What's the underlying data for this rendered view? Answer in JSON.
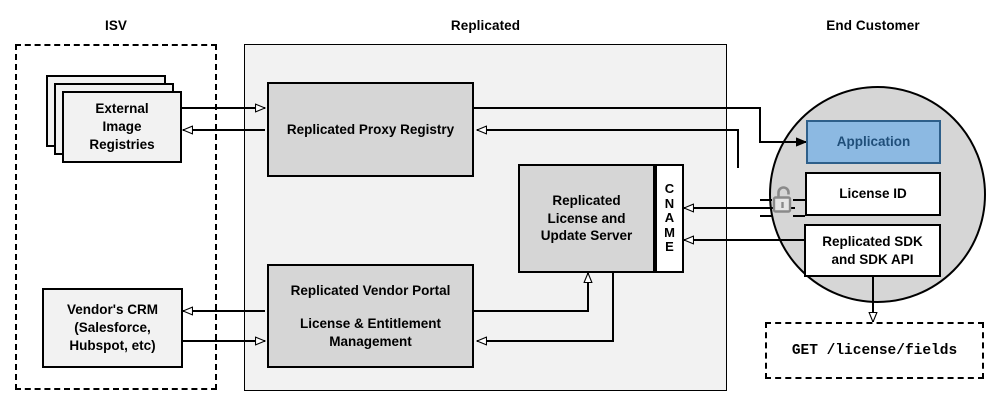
{
  "diagram": {
    "title_isv": "ISV",
    "title_replicated": "Replicated",
    "title_end_customer": "End Customer",
    "colors": {
      "application_fill": "#8cb9e2",
      "application_border": "#2e5f8a",
      "application_text": "#1f4e79",
      "zone_fill": "#f2f2f2",
      "node_fill": "#d6d6d6",
      "customer_circle_fill": "#d6d6d6",
      "stroke": "#000000"
    }
  },
  "isv": {
    "external_image_registries": "External\nImage\nRegistries",
    "external_image_registries_lines": [
      "External",
      "Image",
      "Registries"
    ],
    "vendor_crm_lines": [
      "Vendor's CRM",
      "(Salesforce,",
      "Hubspot, etc)"
    ]
  },
  "replicated": {
    "proxy_registry": "Replicated Proxy Registry",
    "license_update_server_lines": [
      "Replicated",
      "License and",
      "Update Server"
    ],
    "cname_letters": [
      "C",
      "N",
      "A",
      "M",
      "E"
    ],
    "cname_label": "CNAME",
    "vendor_portal_line1": "Replicated Vendor Portal",
    "vendor_portal_line2": "License & Entitlement",
    "vendor_portal_line3": "Management"
  },
  "end_customer": {
    "application": "Application",
    "license_id": "License ID",
    "sdk_lines": [
      "Replicated SDK",
      "and SDK API"
    ],
    "lock_icon_name": "unlocked-padlock-icon"
  },
  "api_call": {
    "request": "GET /license/fields"
  }
}
